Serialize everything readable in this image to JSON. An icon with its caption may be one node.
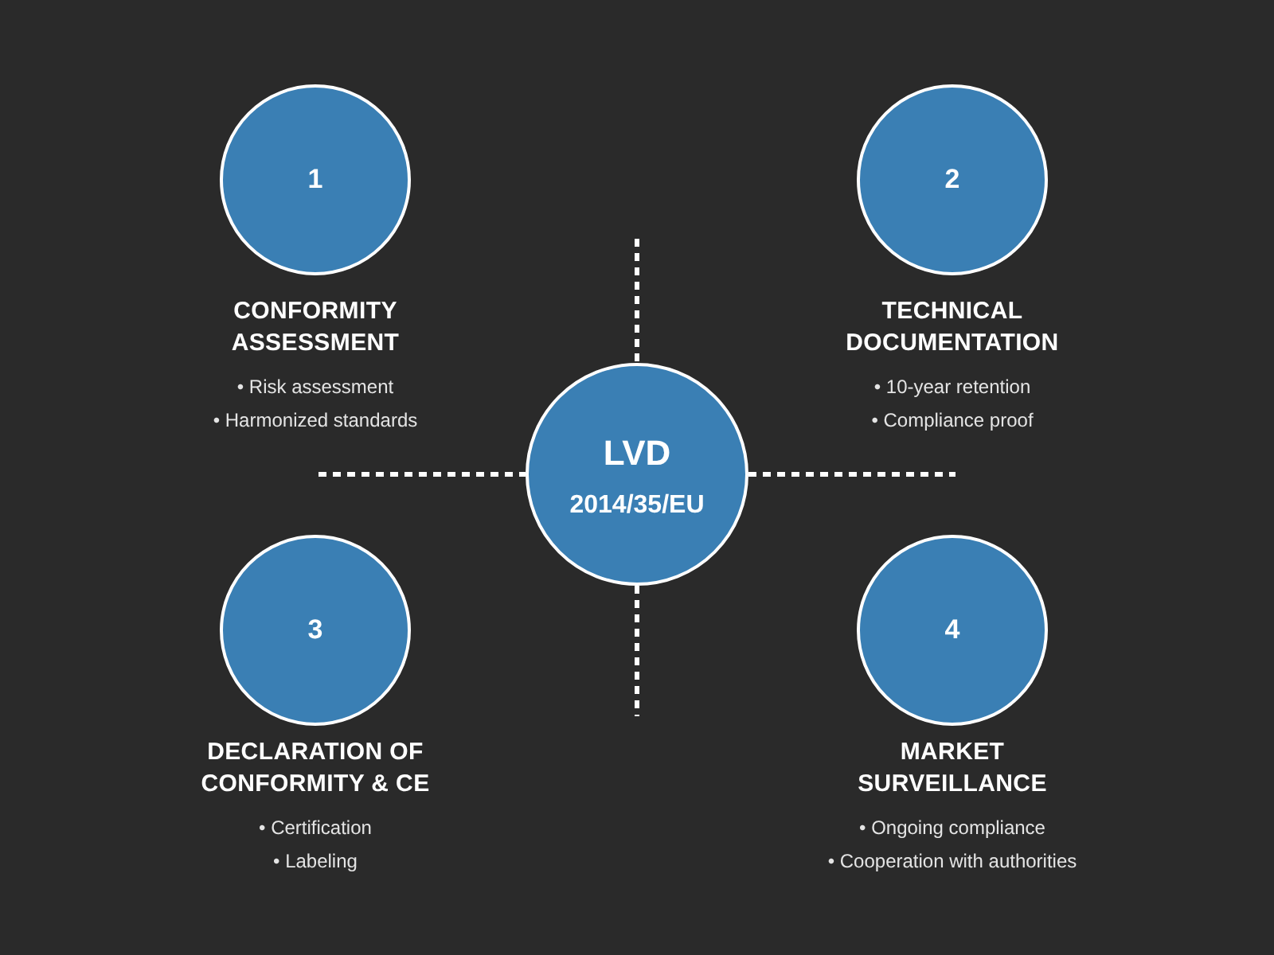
{
  "diagram": {
    "nodes": [
      {
        "text": [
          "1",
          "CONFORMITY ASSESSMENT"
        ],
        "beside": [
          "• Risk assessment",
          "• Harmonized standards"
        ]
      },
      {
        "text": [
          "2",
          "TECHNICAL DOCUMENTATION"
        ],
        "beside": [
          "• 10-year retention",
          "• Compliance proof"
        ]
      },
      {
        "text": [
          "LVD",
          "2014/35/EU"
        ]
      },
      {
        "text": [
          "3",
          "DECLARATION OF CONFORMITY & CE"
        ],
        "beside": [
          "• Certification",
          "• Labeling"
        ]
      },
      {
        "text": [
          "4",
          "MARKET SURVEILLANCE"
        ],
        "beside": [
          "• Ongoing compliance",
          "• Cooperation with authorities"
        ]
      }
    ]
  }
}
